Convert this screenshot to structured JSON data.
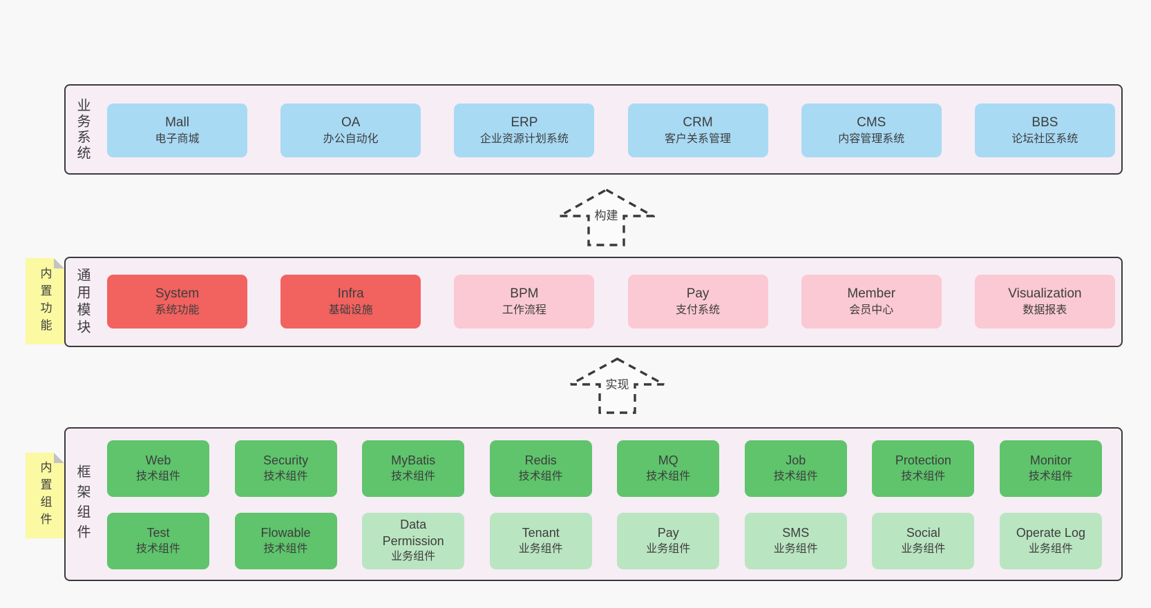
{
  "page": {
    "background": "#f8f8f8"
  },
  "colors": {
    "container_fill": "#f7edf5",
    "container_border": "#3a3a3a",
    "box_blue": "#a8daf4",
    "box_red": "#f2625f",
    "box_pink": "#fbc9d3",
    "box_green": "#5fc46c",
    "box_green_light": "#bae5c1",
    "sticky_yellow": "#fbf9a1",
    "sticky_fold_gray": "#c3c3c3",
    "text": "#3d3d3d"
  },
  "arrows": [
    {
      "label": "构建"
    },
    {
      "label": "实现"
    }
  ],
  "layers": [
    {
      "id": "business-systems",
      "label": "业务系统",
      "sticky": null,
      "rows": [
        [
          {
            "title": "Mall",
            "subtitle": "电子商城",
            "variant": "blue"
          },
          {
            "title": "OA",
            "subtitle": "办公自动化",
            "variant": "blue"
          },
          {
            "title": "ERP",
            "subtitle": "企业资源计划系统",
            "variant": "blue"
          },
          {
            "title": "CRM",
            "subtitle": "客户关系管理",
            "variant": "blue"
          },
          {
            "title": "CMS",
            "subtitle": "内容管理系统",
            "variant": "blue"
          },
          {
            "title": "BBS",
            "subtitle": "论坛社区系统",
            "variant": "blue"
          }
        ]
      ]
    },
    {
      "id": "common-modules",
      "label": "通用模块",
      "sticky": "内置功能",
      "rows": [
        [
          {
            "title": "System",
            "subtitle": "系统功能",
            "variant": "red"
          },
          {
            "title": "Infra",
            "subtitle": "基础设施",
            "variant": "red"
          },
          {
            "title": "BPM",
            "subtitle": "工作流程",
            "variant": "pink"
          },
          {
            "title": "Pay",
            "subtitle": "支付系统",
            "variant": "pink"
          },
          {
            "title": "Member",
            "subtitle": "会员中心",
            "variant": "pink"
          },
          {
            "title": "Visualization",
            "subtitle": "数据报表",
            "variant": "pink"
          }
        ]
      ]
    },
    {
      "id": "framework-components",
      "label": "框架组件",
      "sticky": "内置组件",
      "rows": [
        [
          {
            "title": "Web",
            "subtitle": "技术组件",
            "variant": "green"
          },
          {
            "title": "Security",
            "subtitle": "技术组件",
            "variant": "green"
          },
          {
            "title": "MyBatis",
            "subtitle": "技术组件",
            "variant": "green"
          },
          {
            "title": "Redis",
            "subtitle": "技术组件",
            "variant": "green"
          },
          {
            "title": "MQ",
            "subtitle": "技术组件",
            "variant": "green"
          },
          {
            "title": "Job",
            "subtitle": "技术组件",
            "variant": "green"
          },
          {
            "title": "Protection",
            "subtitle": "技术组件",
            "variant": "green"
          },
          {
            "title": "Monitor",
            "subtitle": "技术组件",
            "variant": "green"
          }
        ],
        [
          {
            "title": "Test",
            "subtitle": "技术组件",
            "variant": "green"
          },
          {
            "title": "Flowable",
            "subtitle": "技术组件",
            "variant": "green"
          },
          {
            "title": "Data Permission",
            "subtitle": "业务组件",
            "variant": "green-light"
          },
          {
            "title": "Tenant",
            "subtitle": "业务组件",
            "variant": "green-light"
          },
          {
            "title": "Pay",
            "subtitle": "业务组件",
            "variant": "green-light"
          },
          {
            "title": "SMS",
            "subtitle": "业务组件",
            "variant": "green-light"
          },
          {
            "title": "Social",
            "subtitle": "业务组件",
            "variant": "green-light"
          },
          {
            "title": "Operate Log",
            "subtitle": "业务组件",
            "variant": "green-light"
          }
        ]
      ]
    }
  ]
}
